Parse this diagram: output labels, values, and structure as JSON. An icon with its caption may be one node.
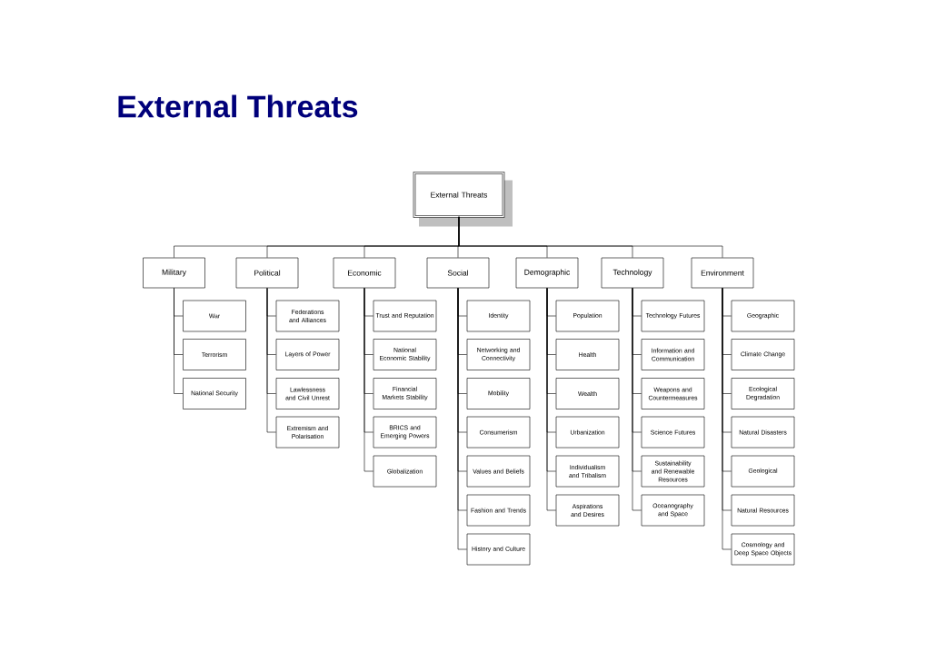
{
  "diagram": {
    "title": "External Threats",
    "nodes": [
      {
        "text": [
          "External Threats"
        ]
      },
      {
        "text": [
          "Military"
        ]
      },
      {
        "text": [
          "Political"
        ]
      },
      {
        "text": [
          "Economic"
        ]
      },
      {
        "text": [
          "Social"
        ]
      },
      {
        "text": [
          "Demographic"
        ]
      },
      {
        "text": [
          "Technology"
        ]
      },
      {
        "text": [
          "Environment"
        ]
      },
      {
        "text": [
          "War"
        ]
      },
      {
        "text": [
          "Terrorism"
        ]
      },
      {
        "text": [
          "National Security"
        ]
      },
      {
        "text": [
          "Federations and Alliances"
        ]
      },
      {
        "text": [
          "Layers of Power"
        ]
      },
      {
        "text": [
          "Lawlessness and Civil Unrest"
        ]
      },
      {
        "text": [
          "Extremism and Polarisation"
        ]
      },
      {
        "text": [
          "Trust and Reputation"
        ]
      },
      {
        "text": [
          "National Economic Stability"
        ]
      },
      {
        "text": [
          "Financial Markets Stability"
        ]
      },
      {
        "text": [
          "BRICS and Emerging Powers"
        ]
      },
      {
        "text": [
          "Globalization"
        ]
      },
      {
        "text": [
          "Identity"
        ]
      },
      {
        "text": [
          "Networking and Connectivity"
        ]
      },
      {
        "text": [
          "Mobility"
        ]
      },
      {
        "text": [
          "Consumerism"
        ]
      },
      {
        "text": [
          "Values and Beliefs"
        ]
      },
      {
        "text": [
          "Fashion and Trends"
        ]
      },
      {
        "text": [
          "History and Culture"
        ]
      },
      {
        "text": [
          "Population"
        ]
      },
      {
        "text": [
          "Health"
        ]
      },
      {
        "text": [
          "Wealth"
        ]
      },
      {
        "text": [
          "Urbanization"
        ]
      },
      {
        "text": [
          "Individualism and Tribalism"
        ]
      },
      {
        "text": [
          "Aspirations and Desires"
        ]
      },
      {
        "text": [
          "Technology Futures"
        ]
      },
      {
        "text": [
          "Information and Communication"
        ]
      },
      {
        "text": [
          "Weapons and Countermeasures"
        ]
      },
      {
        "text": [
          "Science Futures"
        ]
      },
      {
        "text": [
          "Sustainability and Renewable Resources"
        ]
      },
      {
        "text": [
          "Oceanography and Space"
        ]
      },
      {
        "text": [
          "Geographic"
        ]
      },
      {
        "text": [
          "Climate Change"
        ]
      },
      {
        "text": [
          "Ecological Degradation"
        ]
      },
      {
        "text": [
          "Natural Disasters"
        ]
      },
      {
        "text": [
          "Geological"
        ]
      },
      {
        "text": [
          "Natural Resources"
        ]
      },
      {
        "text": [
          "Cosmology and Deep Space Objects"
        ]
      }
    ],
    "edges": [
      {
        "from": 0,
        "to": 1,
        "arrow": "none"
      },
      {
        "from": 0,
        "to": 2,
        "arrow": "none"
      },
      {
        "from": 0,
        "to": 3,
        "arrow": "none"
      },
      {
        "from": 0,
        "to": 4,
        "arrow": "none"
      },
      {
        "from": 0,
        "to": 5,
        "arrow": "none"
      },
      {
        "from": 0,
        "to": 6,
        "arrow": "none"
      },
      {
        "from": 0,
        "to": 7,
        "arrow": "none"
      },
      {
        "from": 1,
        "to": 8,
        "arrow": "none"
      },
      {
        "from": 1,
        "to": 9,
        "arrow": "none"
      },
      {
        "from": 1,
        "to": 10,
        "arrow": "none"
      },
      {
        "from": 2,
        "to": 11,
        "arrow": "none"
      },
      {
        "from": 2,
        "to": 12,
        "arrow": "none"
      },
      {
        "from": 2,
        "to": 13,
        "arrow": "none"
      },
      {
        "from": 2,
        "to": 14,
        "arrow": "none"
      },
      {
        "from": 3,
        "to": 15,
        "arrow": "none"
      },
      {
        "from": 3,
        "to": 16,
        "arrow": "none"
      },
      {
        "from": 3,
        "to": 17,
        "arrow": "none"
      },
      {
        "from": 3,
        "to": 18,
        "arrow": "none"
      },
      {
        "from": 3,
        "to": 19,
        "arrow": "none"
      },
      {
        "from": 4,
        "to": 20,
        "arrow": "none"
      },
      {
        "from": 4,
        "to": 21,
        "arrow": "none"
      },
      {
        "from": 4,
        "to": 22,
        "arrow": "none"
      },
      {
        "from": 4,
        "to": 23,
        "arrow": "none"
      },
      {
        "from": 4,
        "to": 24,
        "arrow": "none"
      },
      {
        "from": 4,
        "to": 25,
        "arrow": "none"
      },
      {
        "from": 4,
        "to": 26,
        "arrow": "none"
      },
      {
        "from": 5,
        "to": 27,
        "arrow": "none"
      },
      {
        "from": 5,
        "to": 28,
        "arrow": "none"
      },
      {
        "from": 5,
        "to": 29,
        "arrow": "none"
      },
      {
        "from": 5,
        "to": 30,
        "arrow": "none"
      },
      {
        "from": 5,
        "to": 31,
        "arrow": "none"
      },
      {
        "from": 5,
        "to": 32,
        "arrow": "none"
      },
      {
        "from": 6,
        "to": 33,
        "arrow": "none"
      },
      {
        "from": 6,
        "to": 34,
        "arrow": "none"
      },
      {
        "from": 6,
        "to": 35,
        "arrow": "none"
      },
      {
        "from": 6,
        "to": 36,
        "arrow": "none"
      },
      {
        "from": 6,
        "to": 37,
        "arrow": "none"
      },
      {
        "from": 6,
        "to": 38,
        "arrow": "none"
      },
      {
        "from": 7,
        "to": 39,
        "arrow": "none"
      },
      {
        "from": 7,
        "to": 40,
        "arrow": "none"
      },
      {
        "from": 7,
        "to": 41,
        "arrow": "none"
      },
      {
        "from": 7,
        "to": 42,
        "arrow": "none"
      },
      {
        "from": 7,
        "to": 43,
        "arrow": "none"
      },
      {
        "from": 7,
        "to": 44,
        "arrow": "none"
      },
      {
        "from": 7,
        "to": 45,
        "arrow": "none"
      }
    ]
  }
}
